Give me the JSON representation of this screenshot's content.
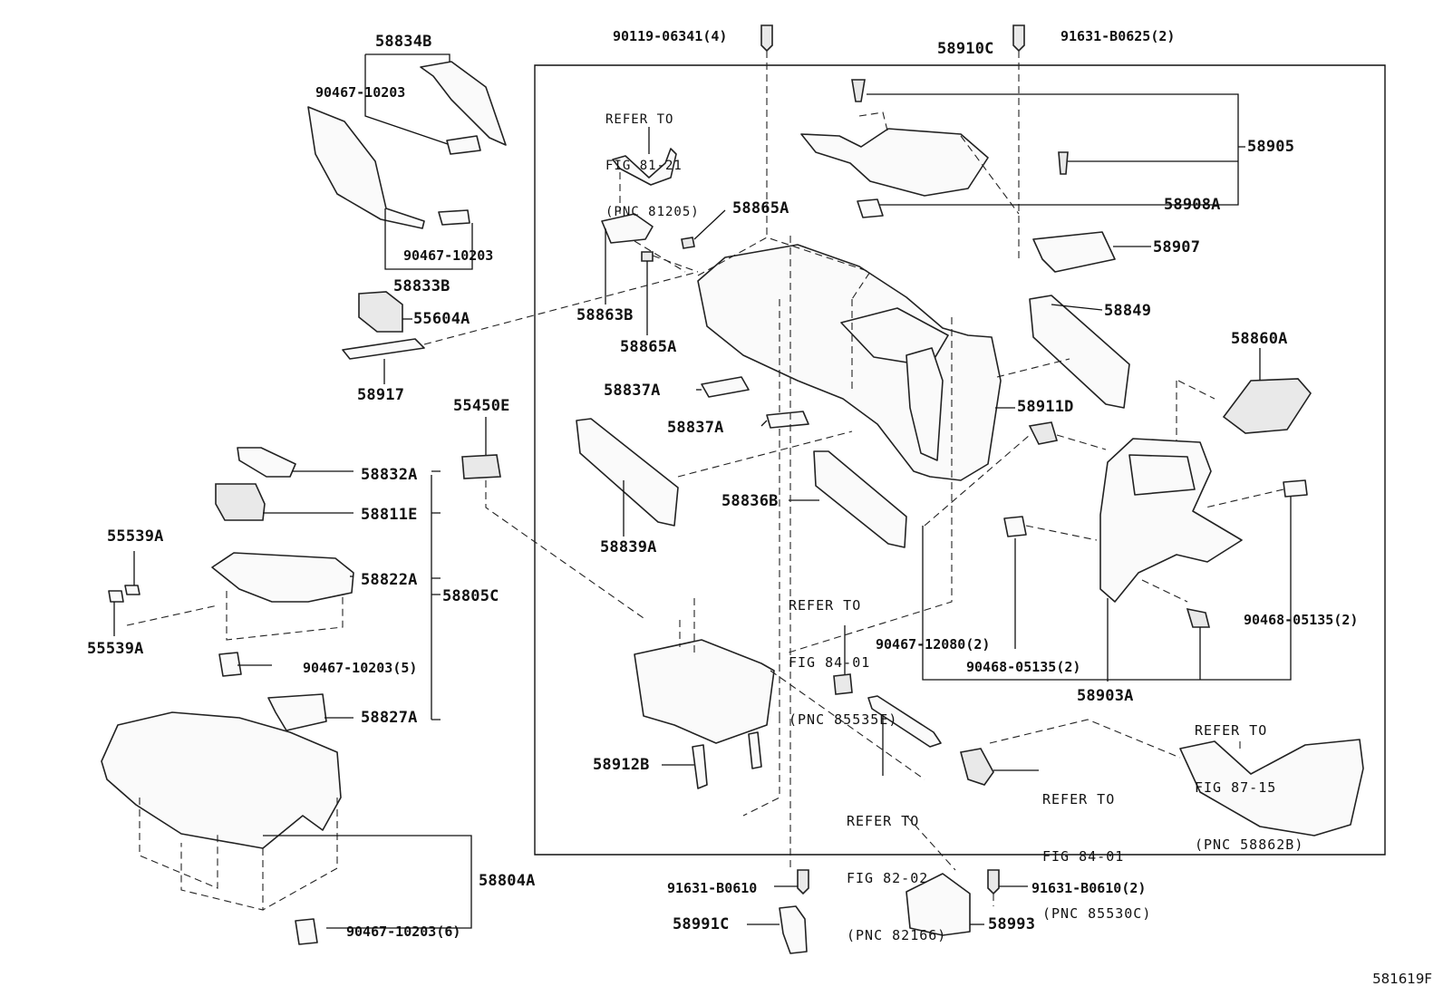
{
  "diagram_code": "581619F",
  "labels": {
    "p58834B": "58834B",
    "p90467_10203_a": "90467-10203",
    "p90467_10203_b": "90467-10203",
    "p58833B": "58833B",
    "p55604A": "55604A",
    "p58917": "58917",
    "p55450E": "55450E",
    "p58832A": "58832A",
    "p58811E": "58811E",
    "p55539A_top": "55539A",
    "p58822A": "58822A",
    "p58805C": "58805C",
    "p55539A_bot": "55539A",
    "p90467_10203_5": "90467-10203(5)",
    "p58827A": "58827A",
    "p58804A": "58804A",
    "p90467_10203_6": "90467-10203(6)",
    "p90119_06341": "90119-06341(4)",
    "p91631_B0625": "91631-B0625(2)",
    "p58910C": "58910C",
    "p58905": "58905",
    "p58908A": "58908A",
    "p58907": "58907",
    "p58865A_top": "58865A",
    "p58863B": "58863B",
    "p58865A_bot": "58865A",
    "p58837A_a": "58837A",
    "p58837A_b": "58837A",
    "p58839A": "58839A",
    "p58836B": "58836B",
    "p58849": "58849",
    "p58911D": "58911D",
    "p58860A": "58860A",
    "p90467_12080": "90467-12080(2)",
    "p90468_05135_a": "90468-05135(2)",
    "p90468_05135_b": "90468-05135(2)",
    "p58903A": "58903A",
    "p58912B": "58912B",
    "p91631_B0610_a": "91631-B0610",
    "p58991C": "58991C",
    "p91631_B0610_b": "91631-B0610(2)",
    "p58993": "58993"
  },
  "refs": {
    "fig81_21": [
      "REFER TO",
      "FIG 81-21",
      "(PNC 81205)"
    ],
    "fig84_01_a": [
      "REFER TO",
      "FIG 84-01",
      "(PNC 85535E)"
    ],
    "fig82_02": [
      "REFER TO",
      "FIG 82-02",
      "(PNC 82166)"
    ],
    "fig84_01_b": [
      "REFER TO",
      "FIG 84-01",
      "(PNC 85530C)"
    ],
    "fig87_15": [
      "REFER TO",
      "FIG 87-15",
      "(PNC 58862B)"
    ]
  }
}
